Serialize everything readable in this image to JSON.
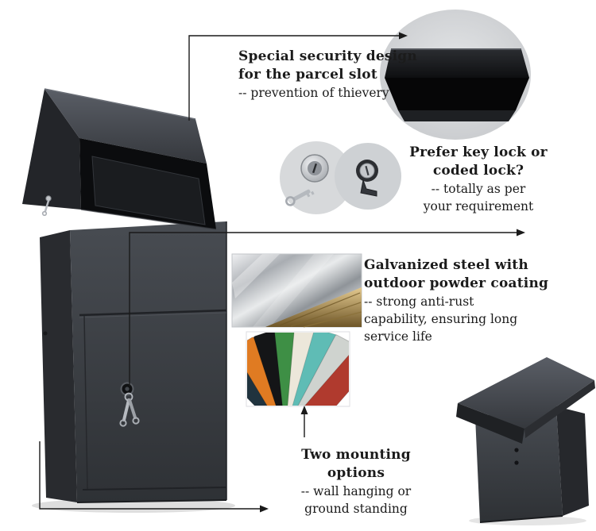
{
  "features": {
    "security": {
      "heading": [
        "Special security design",
        "for the parcel slot"
      ],
      "body": [
        "-- prevention of thievery"
      ]
    },
    "lock": {
      "heading": [
        "Prefer key lock or",
        "coded lock?"
      ],
      "body": [
        "-- totally as per",
        "your requirement"
      ]
    },
    "steel": {
      "heading": [
        "Galvanized steel with",
        "outdoor powder coating"
      ],
      "body": [
        "-- strong anti-rust",
        "capability, ensuring long",
        "service life"
      ]
    },
    "mounting": {
      "heading": [
        "Two mounting options"
      ],
      "body": [
        "-- wall hanging or",
        "ground standing"
      ]
    }
  },
  "photos": {
    "main_box": "parcel delivery drop box",
    "slot_closeup": "anti-theft parcel slot close-up",
    "locks": "key lock and coded cam lock",
    "steel": "galvanized steel sheet",
    "coating_colors": "powder coating color samples",
    "standing_box": "ground standing parcel box"
  },
  "colors": {
    "background": "#ffffff",
    "box_body": "#383b40",
    "box_side": "#27292d",
    "callout_line": "#1a1a1a",
    "photo_circle_bg": "#d4d6d9",
    "steel_gold_edge": "#b08d4e",
    "swatches": [
      "#20333e",
      "#e07b22",
      "#141517",
      "#3e8f45",
      "#ece7da",
      "#5fbcb5",
      "#cfd3cf",
      "#b03a2e"
    ]
  }
}
